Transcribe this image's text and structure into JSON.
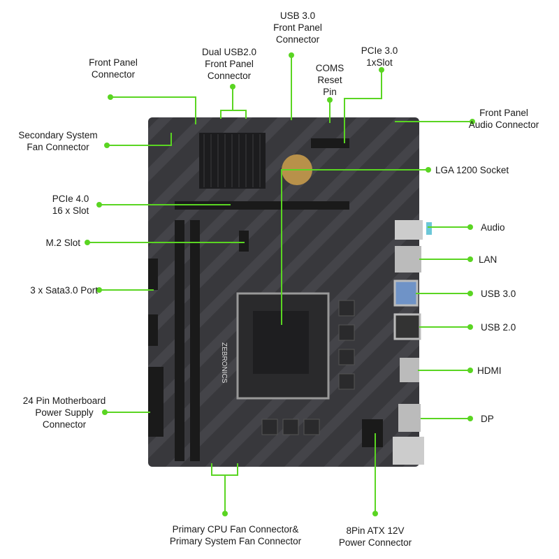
{
  "accent_color": "#5ad522",
  "board_color": "#38383c",
  "brand_mark": "ZEBRONICS",
  "labels": {
    "usb3_front": [
      "USB 3.0",
      "Front Panel",
      "Connector"
    ],
    "dual_usb2": [
      "Dual USB2.0",
      "Front Panel",
      "Connector"
    ],
    "front_panel": [
      "Front Panel",
      "Connector"
    ],
    "coms_reset": [
      "COMS",
      "Reset",
      "Pin"
    ],
    "pcie3": [
      "PCIe 3.0",
      "1xSlot"
    ],
    "front_audio": [
      "Front Panel",
      "Audio Connector"
    ],
    "secondary_fan": [
      "Secondary System",
      "Fan Connector"
    ],
    "lga": "LGA 1200 Socket",
    "pcie4": [
      "PCIe 4.0",
      "16 x Slot"
    ],
    "m2": "M.2 Slot",
    "sata": "3 x Sata3.0 Port",
    "audio": "Audio",
    "lan": "LAN",
    "usb30": "USB 3.0",
    "usb20": "USB 2.0",
    "hdmi": "HDMI",
    "dp": "DP",
    "atx24": [
      "24 Pin  Motherboard",
      "Power Supply",
      "Connector"
    ],
    "cpu_fan": [
      "Primary CPU Fan Connector&",
      "Primary System Fan Connector"
    ],
    "atx8": [
      "8Pin ATX 12V",
      "Power Connector"
    ]
  }
}
